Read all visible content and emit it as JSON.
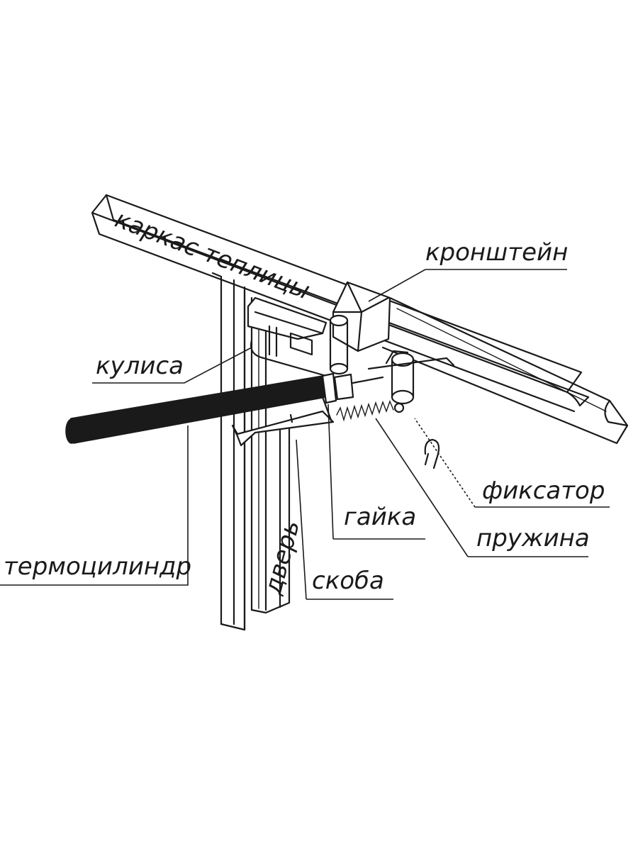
{
  "labels": {
    "frame": "каркас теплицы",
    "bracket": "кронштейн",
    "link": "кулиса",
    "retainer": "фиксатор",
    "nut": "гайка",
    "spring": "пружина",
    "cylinder": "термоцилиндр",
    "door": "дверь",
    "clamp": "скоба"
  }
}
